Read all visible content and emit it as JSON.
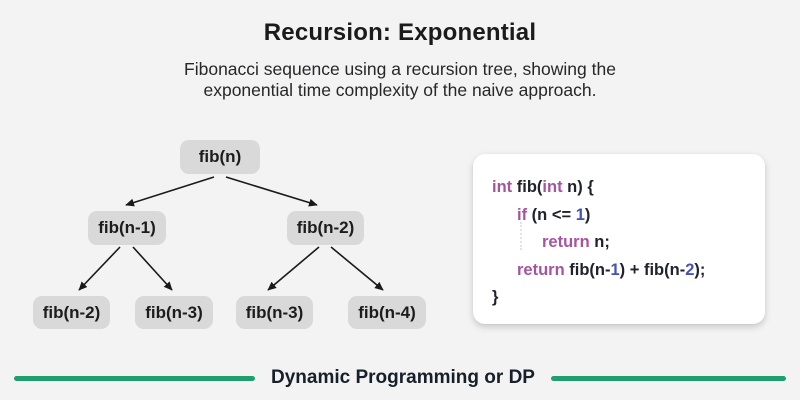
{
  "header": {
    "title": "Recursion: Exponential",
    "subtitle_lines": [
      "Fibonacci sequence using a recursion tree, showing the",
      "exponential time complexity of the naive approach."
    ]
  },
  "tree": {
    "nodes": [
      {
        "label": "fib(n)"
      },
      {
        "label": "fib(n-1)"
      },
      {
        "label": "fib(n-2)"
      },
      {
        "label": "fib(n-2)"
      },
      {
        "label": "fib(n-3)"
      },
      {
        "label": "fib(n-3)"
      },
      {
        "label": "fib(n-4)"
      }
    ]
  },
  "code": {
    "lines": [
      {
        "indent": 0,
        "tokens": [
          {
            "t": "int",
            "c": "kw"
          },
          {
            "t": " fib(",
            "c": "plain"
          },
          {
            "t": "int",
            "c": "kw"
          },
          {
            "t": " n) {",
            "c": "plain"
          }
        ]
      },
      {
        "indent": 1,
        "tokens": [
          {
            "t": "if",
            "c": "kw"
          },
          {
            "t": " (n <= ",
            "c": "plain"
          },
          {
            "t": "1",
            "c": "num"
          },
          {
            "t": ")",
            "c": "plain"
          }
        ]
      },
      {
        "indent": 2,
        "tokens": [
          {
            "t": "return",
            "c": "kw"
          },
          {
            "t": " n;",
            "c": "plain"
          }
        ]
      },
      {
        "indent": 1,
        "tokens": [
          {
            "t": "return",
            "c": "kw"
          },
          {
            "t": " fib(n-",
            "c": "plain"
          },
          {
            "t": "1",
            "c": "num"
          },
          {
            "t": ") + fib(n-",
            "c": "plain"
          },
          {
            "t": "2",
            "c": "num"
          },
          {
            "t": ");",
            "c": "plain"
          }
        ]
      },
      {
        "indent": 0,
        "tokens": [
          {
            "t": "}",
            "c": "plain"
          }
        ]
      }
    ]
  },
  "footer": {
    "label": "Dynamic Programming or DP"
  },
  "colors": {
    "background": "#f2f3f2",
    "node_background": "#d9d9d9",
    "accent_green": "#1f9e6e",
    "keyword_purple": "#a7549f",
    "number_blue": "#4453b4",
    "code_text_dark": "#20222c"
  }
}
